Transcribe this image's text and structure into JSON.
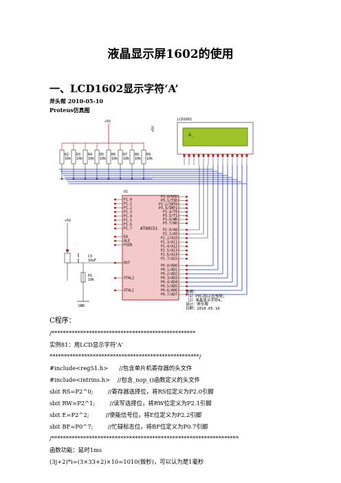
{
  "doc": {
    "title": "液晶显示屏1602的使用",
    "section": "一、LCD1602显示字符‘A’",
    "author_line": "斧头帮  2010-05-10",
    "proteus_label": "Proteus仿真图"
  },
  "schematic": {
    "vcc_label": "+5V",
    "vcc_label_2": "+5V",
    "lcd_label": "LCD1602",
    "lcd_display": "A_",
    "mcu_ref": "U1",
    "mcu_name": "AT89C51",
    "resistors": [
      "R2",
      "R3",
      "R4",
      "R5",
      "R6",
      "R7",
      "R8",
      "R9"
    ],
    "res_value": "10k",
    "cap_label": "C3",
    "cap_value": "10uF",
    "r1_label": "R1",
    "r1_value": "10k",
    "gnd_label": "GND",
    "pins_left": [
      "P1.0",
      "P1.1",
      "P1.2",
      "P1.3",
      "P1.4",
      "P1.5",
      "P1.6",
      "P1.7"
    ],
    "pins_ctrl": [
      "RST",
      "EA",
      "ALE",
      "PSEN"
    ],
    "pins_xtal": [
      "XTAL2",
      "XTAL1"
    ],
    "pins_p0": [
      "P0.0/AD0",
      "P0.1/AD1",
      "P0.2/AD2",
      "P0.3/AD3",
      "P0.4/AD4",
      "P0.5/AD5",
      "P0.6/AD6",
      "P0.7/AD7"
    ],
    "pins_p2": [
      "P2.0/A8",
      "P2.1/A9",
      "P2.2/A10",
      "P2.3/A11",
      "P2.4/A12",
      "P2.5/A13",
      "P2.6/A14",
      "P2.7/A15"
    ],
    "pins_p3": [
      "P3.0/RXD",
      "P3.1/TXD",
      "P3.2/INT0",
      "P3.3/INT1",
      "P3.4/T0",
      "P3.5/T1",
      "P3.6/WR",
      "P3.7/RD"
    ],
    "notes": [
      "说明：",
      "（1）P0口加上拉电阻；",
      "（2）液晶显示字符A,",
      "设计：斧头帮",
      "日期：2010.05.10"
    ]
  },
  "code": {
    "heading": "C程序：",
    "lines": [
      "/**************************************************",
      "实例81：用LCD显示字符'A'",
      "****************************************************/",
      "#include<reg51.h>      //包含单片机寄存器的头文件",
      "#include<intrins.h>    //包含_nop_()函数定义的头文件",
      "sbit RS=P2^0;        //寄存器选择位，将RS位定义为P2.0引脚",
      "sbit RW=P2^1;        //读写选择位，将RW位定义为P2.1引脚",
      "sbit E=P2^2;         //使能信号位，将E位定义为P2.2引脚",
      "sbit BF=P0^7;        //忙碌标志位，将BF位定义为P0.7引脚",
      "/*****************************************************************",
      "函数功能：延时1ms",
      "(3j+2)*i=(3×33+2)×10=1010(微秒)，可以认为是1毫秒"
    ]
  },
  "colors": {
    "lcd_green": "#9ec42a",
    "wire_blue": "#1f2fd6",
    "wire_dark": "#2a2a2a",
    "chip_fill": "#f4c9c9",
    "chip_border": "#b23232",
    "pin_red": "#c02020"
  }
}
